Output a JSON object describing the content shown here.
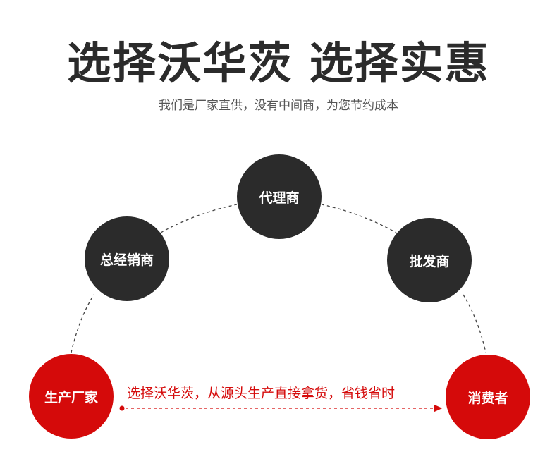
{
  "header": {
    "title": "选择沃华茨 选择实惠",
    "subtitle": "我们是厂家直供，没有中间商，为您节约成本"
  },
  "nodes": {
    "agent": "代理商",
    "general_distributor": "总经销商",
    "wholesaler": "批发商",
    "manufacturer": "生产厂家",
    "consumer": "消费者"
  },
  "direct_path": {
    "caption": "选择沃华茨，从源头生产直接拿货，省钱省时"
  },
  "colors": {
    "dark_node": "#2b2b2b",
    "red_node": "#d50a0a",
    "title_text": "#2b2b2b"
  }
}
